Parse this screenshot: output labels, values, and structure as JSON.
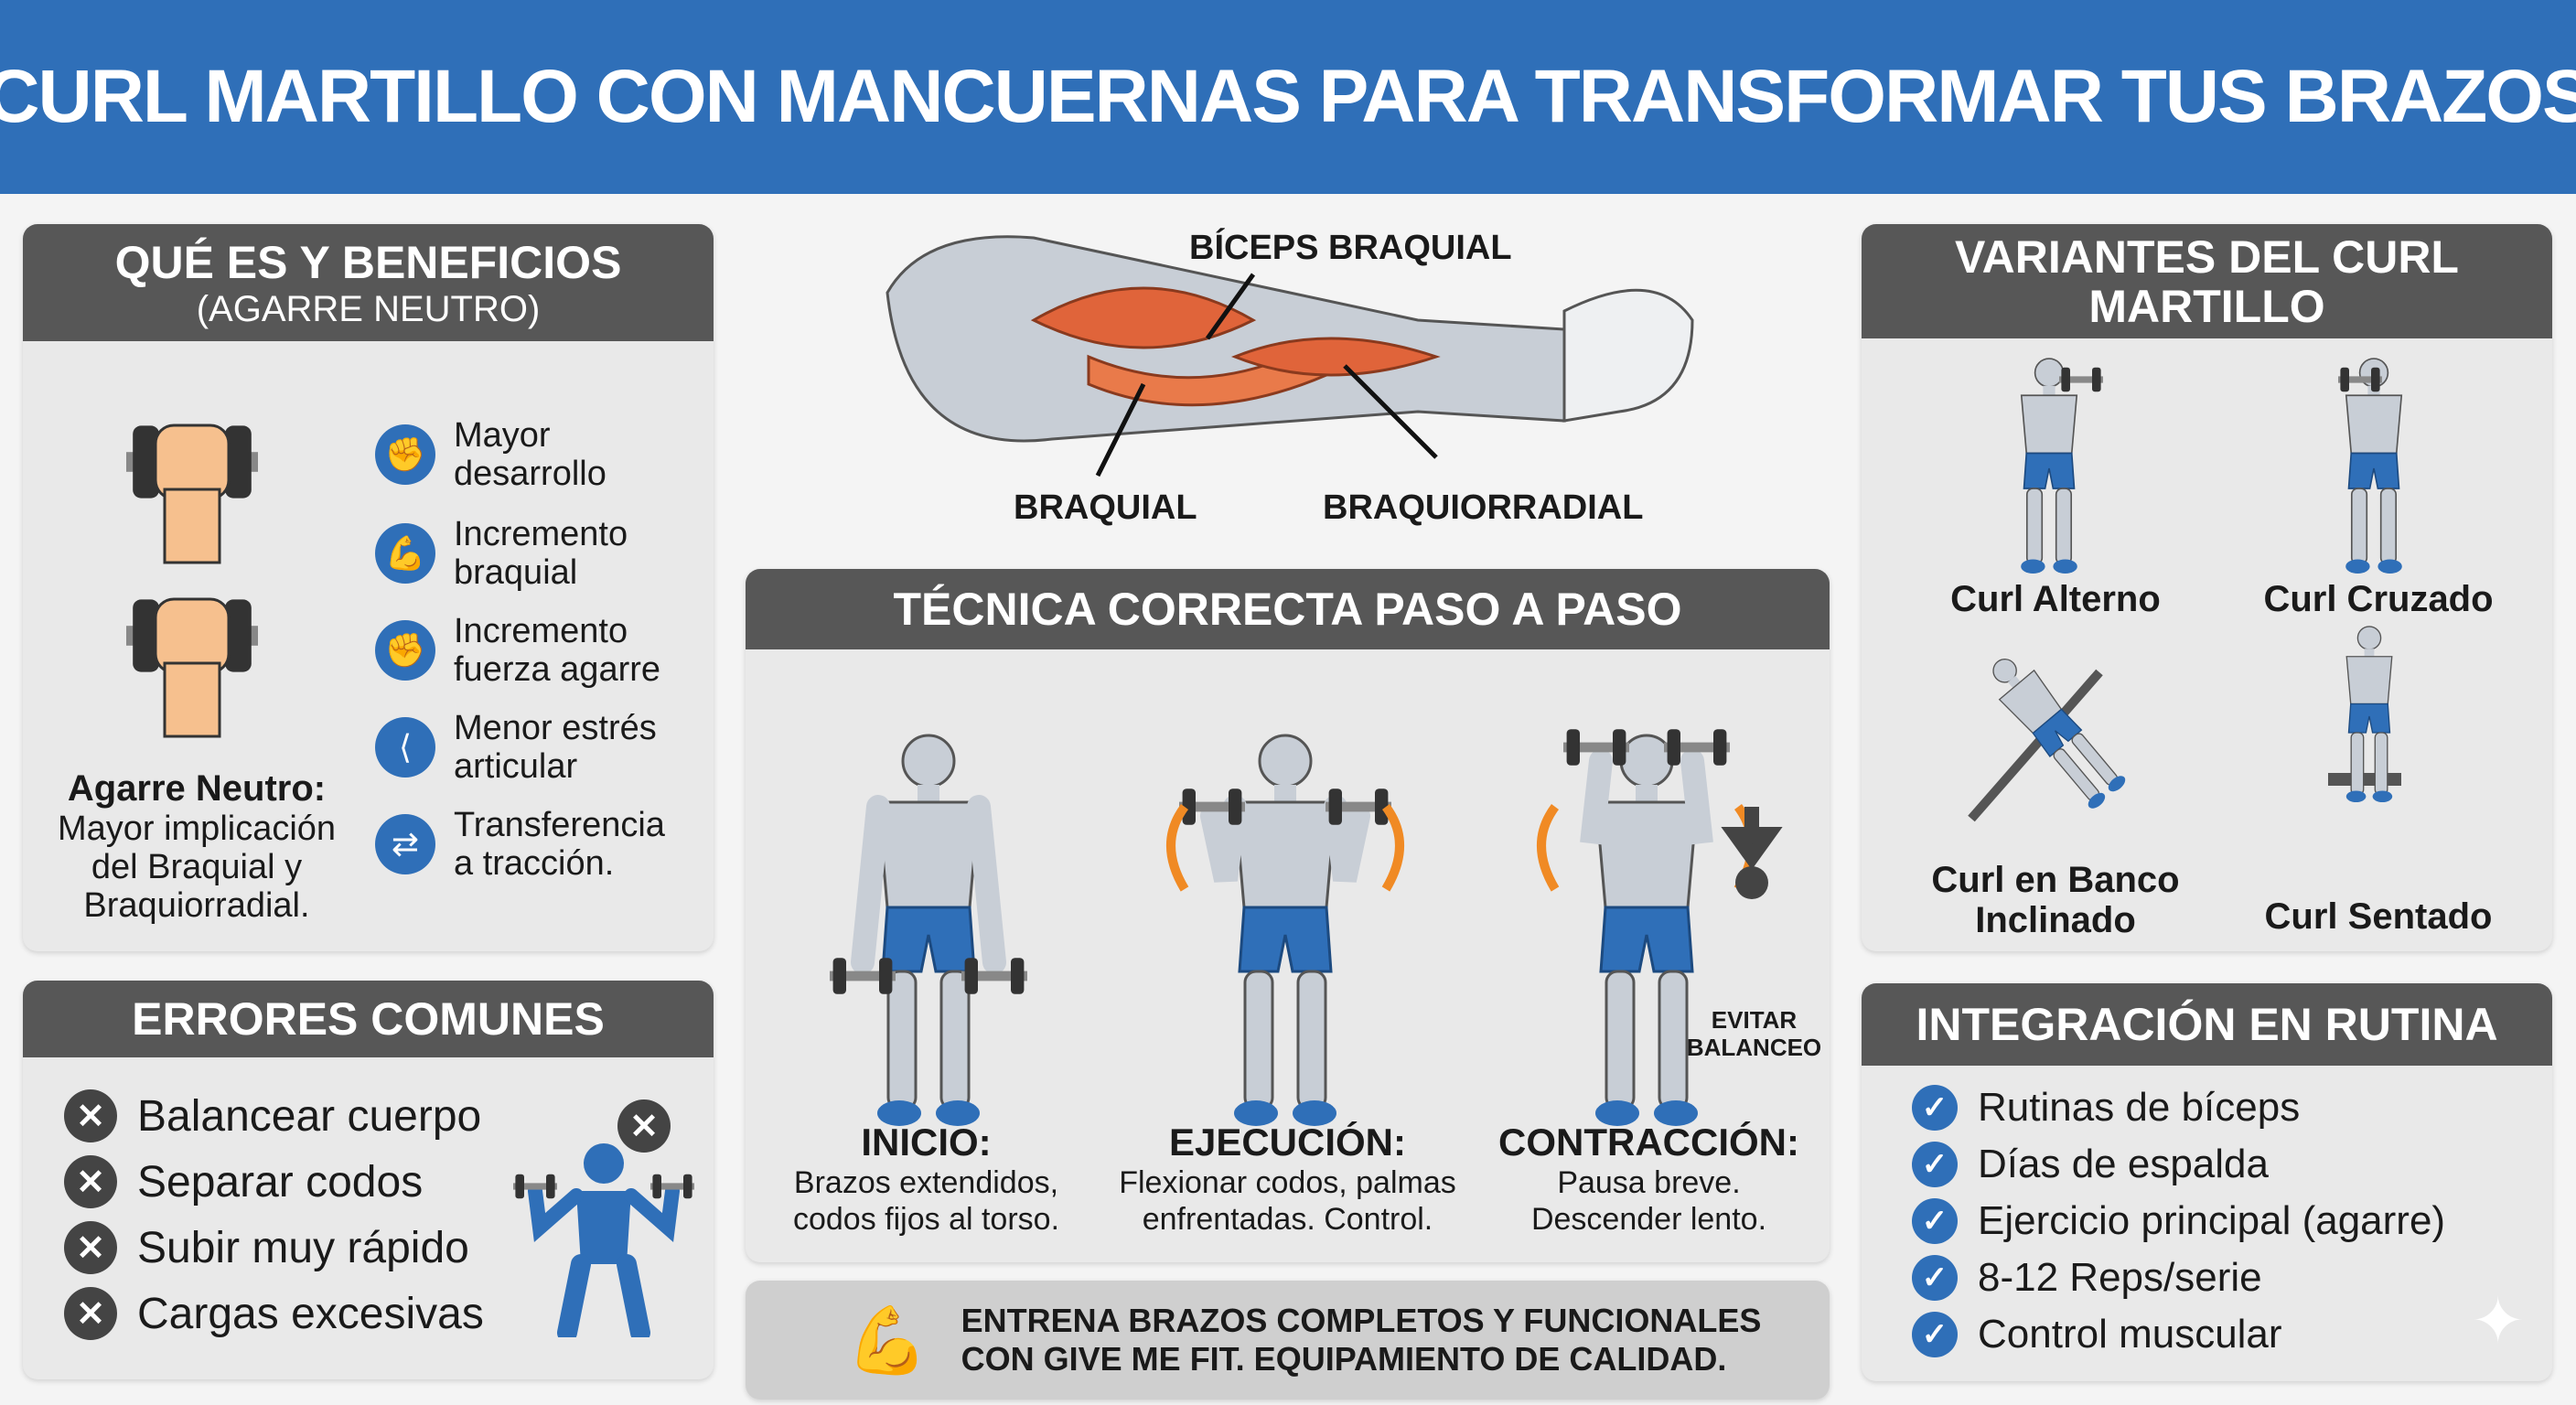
{
  "title": "CURL MARTILLO CON MANCUERNAS PARA TRANSFORMAR TUS BRAZOS",
  "benefits": {
    "title": "QUÉ ES Y BENEFICIOS",
    "subtitle": "(AGARRE NEUTRO)",
    "grip_title": "Agarre Neutro:",
    "grip_text": "Mayor implicación del Braquial y Braquiorradial.",
    "items": [
      {
        "icon": "fist-icon",
        "l1": "Mayor",
        "l2": "desarrollo"
      },
      {
        "icon": "biceps-icon",
        "l1": "Incremento",
        "l2": "braquial"
      },
      {
        "icon": "fist-icon",
        "l1": "Incremento",
        "l2": "fuerza agarre"
      },
      {
        "icon": "joint-icon",
        "l1": "Menor estrés",
        "l2": "articular"
      },
      {
        "icon": "transfer-arrows-icon",
        "l1": "Transferencia",
        "l2": "a tracción."
      }
    ]
  },
  "errors": {
    "title": "ERRORES COMUNES",
    "items": [
      "Balancear cuerpo",
      "Separar codos",
      "Subir muy rápido",
      "Cargas excesivas"
    ]
  },
  "anatomy": {
    "biceps": "BÍCEPS BRAQUIAL",
    "brachialis": "BRAQUIAL",
    "brachioradialis": "BRAQUIORRADIAL"
  },
  "technique": {
    "title": "TÉCNICA CORRECTA PASO A PASO",
    "avoid": "EVITAR BALANCEO",
    "steps": [
      {
        "h": "INICIO:",
        "d1": "Brazos extendidos,",
        "d2": "codos fijos al torso."
      },
      {
        "h": "EJECUCIÓN:",
        "d1": "Flexionar codos, palmas",
        "d2": "enfrentadas. Control."
      },
      {
        "h": "CONTRACCIÓN:",
        "d1": "Pausa breve.",
        "d2": "Descender lento."
      }
    ]
  },
  "banner": {
    "l1": "ENTRENA BRAZOS COMPLETOS Y FUNCIONALES",
    "l2": "CON GIVE ME FIT. EQUIPAMIENTO DE CALIDAD."
  },
  "variants": {
    "title": "VARIANTES DEL CURL MARTILLO",
    "items": [
      {
        "l1": "Curl Alterno",
        "l2": ""
      },
      {
        "l1": "Curl Cruzado",
        "l2": ""
      },
      {
        "l1": "Curl en Banco",
        "l2": "Inclinado"
      },
      {
        "l1": "Curl Sentado",
        "l2": ""
      }
    ]
  },
  "integration": {
    "title": "INTEGRACIÓN EN RUTINA",
    "items": [
      "Rutinas de bíceps",
      "Días de espalda",
      "Ejercicio principal (agarre)",
      "8-12 Reps/serie",
      "Control muscular"
    ]
  },
  "colors": {
    "brand_blue": "#2f6fb8",
    "header_gray": "#575757",
    "muscle_orange": "#e0643a",
    "arrow_orange": "#f08a24"
  }
}
